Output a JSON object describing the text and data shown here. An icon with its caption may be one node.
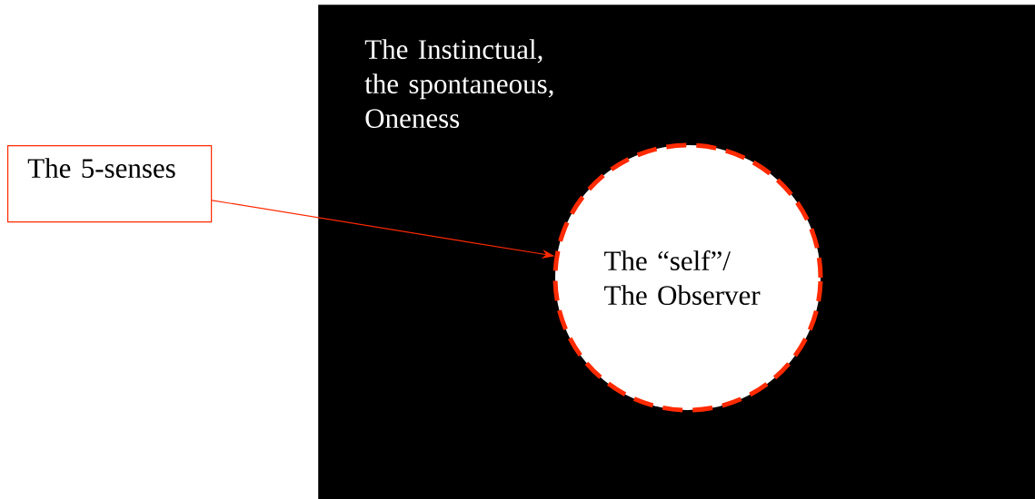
{
  "diagram": {
    "nodes": [
      {
        "text": [
          "The Instinctual, the spontaneous, Oneness"
        ]
      },
      {
        "text": [
          "The 5-senses"
        ]
      },
      {
        "text": [
          "The “self”/ The Observer"
        ],
        "in": 0
      }
    ],
    "edges": [
      {
        "from": 1,
        "to": 2,
        "arrow": "to"
      }
    ]
  }
}
